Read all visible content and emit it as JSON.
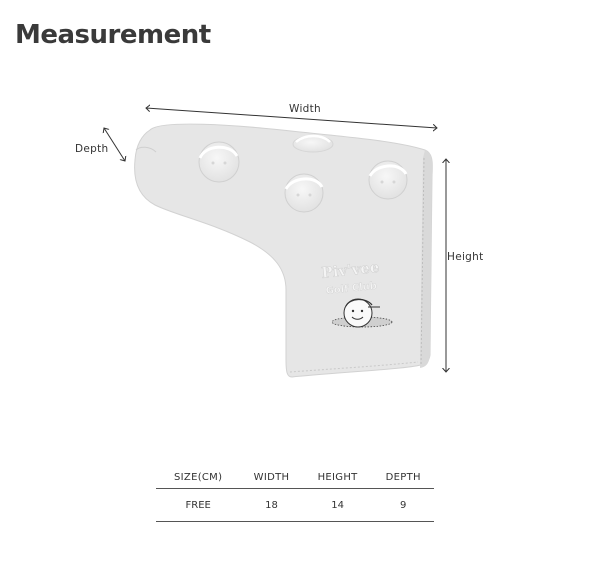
{
  "page": {
    "title": "Measurement"
  },
  "figure": {
    "labels": {
      "width": "Width",
      "depth": "Depth",
      "height": "Height"
    },
    "embroidery": {
      "line1": "Piv'vee",
      "line2": "Golf Club"
    }
  },
  "table": {
    "headers": [
      "SIZE(CM)",
      "WIDTH",
      "HEIGHT",
      "DEPTH"
    ],
    "rows": [
      [
        "FREE",
        "18",
        "14",
        "9"
      ]
    ]
  }
}
